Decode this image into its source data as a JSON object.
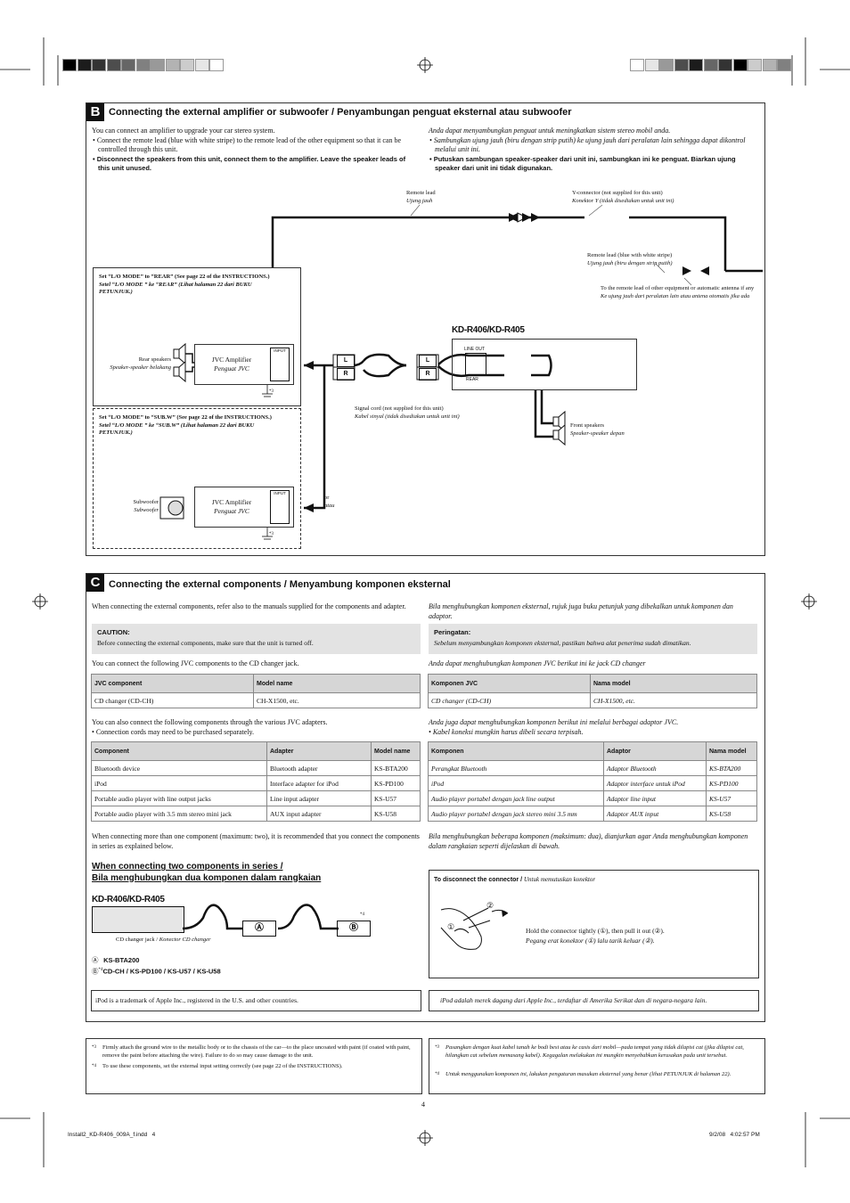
{
  "colorbars": {
    "left": [
      "#000000",
      "#1c1c1c",
      "#333333",
      "#4d4d4d",
      "#666666",
      "#808080",
      "#999999",
      "#b3b3b3",
      "#cccccc",
      "#e6e6e6",
      "#ffffff"
    ],
    "right": [
      "#ffffff",
      "#e6e6e6",
      "#999999",
      "#4d4d4d",
      "#1c1c1c",
      "#666666",
      "#333333",
      "#000000",
      "#cccccc",
      "#b3b3b3",
      "#808080"
    ]
  },
  "sectionB": {
    "badge": "B",
    "title": "Connecting the external amplifier or subwoofer / Penyambungan penguat eksternal atau subwoofer",
    "en_intro": "You can connect an amplifier to upgrade your car stereo system.",
    "en_b1": "Connect the remote lead (blue with white stripe) to the remote lead of the other equipment so that it can be controlled through this unit.",
    "en_b2": "Disconnect the speakers from this unit, connect them to the amplifier. Leave the speaker leads of this unit unused.",
    "id_intro": "Anda dapat menyambungkan penguat untuk meningkatkan sistem stereo mobil anda.",
    "id_b1": "Sambungkan ujung jauh (biru dengan strip putih) ke ujung jauh dari peralatan lain sehingga dapat dikontrol melalui unit ini.",
    "id_b2": "Putuskan sambungan speaker-speaker dari unit ini, sambungkan ini ke penguat. Biarkan ujung speaker dari unit ini tidak digunakan.",
    "diagram": {
      "remote_lead": "Remote lead",
      "remote_lead_id": "Ujung jauh",
      "yconn": "Y-connector (not supplied for this unit)",
      "yconn_id": "Konektor Y (tidak disediakan untuk unit ini)",
      "remote_blue": "Remote lead (blue with white stripe)",
      "remote_blue_id": "Ujung jauh (biru dengan strip putih)",
      "to_remote": "To the remote lead of other equipment or automatic antenna if any",
      "to_remote_id": "Ke ujung jauh dari peralatan lain atau antena otomatis jika ada",
      "model": "KD-R406/KD-R405",
      "line_out": "LINE OUT",
      "rear": "REAR",
      "front_speakers": "Front speakers",
      "front_speakers_id": "Speaker-speaker depan",
      "signal_cord": "Signal cord (not supplied for this unit)",
      "signal_cord_id": "Kabel sinyal (tidak disediakan untuk unit ini)",
      "rear_mode_en": "Set “L/O MODE” to “REAR” (See page 22 of the INSTRUCTIONS.)",
      "rear_mode_id": "Setel “L/O MODE ” ke “REAR” (Lihat halaman 22 dari BUKU PETUNJUK.)",
      "subw_mode_en": "Set “L/O MODE” to “SUB.W” (See page 22 of the INSTRUCTIONS.)",
      "subw_mode_id": "Setel “L/O MODE ” ke “SUB.W” (Lihat halaman 22 dari BUKU PETUNJUK.)",
      "rear_speakers": "Rear speakers",
      "rear_speakers_id": "Speaker-speaker belakang",
      "amp": "JVC Amplifier",
      "amp_id": "Penguat JVC",
      "input": "INPUT",
      "subwoofer": "Subwoofer",
      "subwoofer_id": "Subwoofer",
      "or": "or",
      "or_id": "atau",
      "l": "L",
      "r": "R",
      "fn3": "*3"
    }
  },
  "sectionC": {
    "badge": "C",
    "title": "Connecting the external components / Menyambung komponen eksternal",
    "en_intro": "When connecting the external components, refer also to the manuals supplied for the components and adapter.",
    "caution_title": "CAUTION:",
    "caution_text": "Before connecting the external components, make sure that the unit is turned off.",
    "en_cd": "You can connect the following JVC components to the CD changer jack.",
    "en_table1": {
      "headers": [
        "JVC component",
        "Model name"
      ],
      "rows": [
        [
          "CD changer (CD-CH)",
          "CH-X1500, etc."
        ]
      ]
    },
    "en_also": "You can also connect the following components through the various JVC adapters.",
    "en_cords": "Connection cords may need to be purchased separately.",
    "en_table2": {
      "headers": [
        "Component",
        "Adapter",
        "Model name"
      ],
      "rows": [
        [
          "Bluetooth device",
          "Bluetooth adapter",
          "KS-BTA200"
        ],
        [
          "iPod",
          "Interface adapter for iPod",
          "KS-PD100"
        ],
        [
          "Portable audio player with line output jacks",
          "Line input adapter",
          "KS-U57"
        ],
        [
          "Portable audio player with 3.5 mm stereo mini jack",
          "AUX input adapter",
          "KS-U58"
        ]
      ]
    },
    "en_series": "When connecting more than one component (maximum: two), it is recommended that you connect the components in series as explained below.",
    "series_title_en": "When connecting two components in series /",
    "series_title_id": "Bila menghubungkan dua komponen dalam rangkaian",
    "series_model": "KD-R406/KD-R405",
    "cd_jack": "CD changer jack / ",
    "cd_jack_id": "Konector CD changer",
    "a_mark": "A",
    "b_mark": "B",
    "a_circ": "Ⓐ",
    "b_circ": "Ⓑ",
    "fn4": "*4",
    "legend_a": "KS-BTA200",
    "legend_b": "CD-CH / KS-PD100 / KS-U57 / KS-U58",
    "ipod_en": "iPod is a trademark of Apple Inc., registered in the U.S. and other countries.",
    "id_intro": "Bila menghubungkan komponen eksternal, rujuk juga buku petunjuk yang dibekalkan untuk komponen dan adaptor.",
    "peringatan_title": "Peringatan:",
    "peringatan_text": "Sebelum menyambungkan komponen eksternal, pastikan bahwa alat penerima sudah dimatikan.",
    "id_cd": "Anda dapat menghubungkan komponen JVC berikut ini ke jack CD changer",
    "id_table1": {
      "headers": [
        "Komponen JVC",
        "Nama model"
      ],
      "rows": [
        [
          "CD changer (CD-CH)",
          "CH-X1500, etc."
        ]
      ]
    },
    "id_also": "Anda juga dapat menghubungkan komponen berikut ini melalui berbagai adaptor JVC.",
    "id_cords": "Kabel koneksi mungkin harus dibeli secara terpisah.",
    "id_table2": {
      "headers": [
        "Komponen",
        "Adaptor",
        "Nama model"
      ],
      "rows": [
        [
          "Perangkat Bluetooth",
          "Adaptor Bluetooth",
          "KS-BTA200"
        ],
        [
          "iPod",
          "Adaptor interface untuk iPod",
          "KS-PD100"
        ],
        [
          "Audio player portabel dengan jack line output",
          "Adaptor line input",
          "KS-U57"
        ],
        [
          "Audio player portabel dengan jack stereo mini 3.5 mm",
          "Adaptor AUX input",
          "KS-U58"
        ]
      ]
    },
    "id_series": "Bila menghubungkan beberapa komponen (maksimum: dua), dianjurkan agar Anda menghubungkan komponen dalam rangkaian seperti dijelaskan di bawah.",
    "disconnect_title_en": "To disconnect the connector / ",
    "disconnect_title_id": "Untuk memutuskan konektor",
    "hold_en": "Hold the connector tightly (①), then pull it out (②).",
    "hold_id": "Pegang erat konektor (①) lalu tarik keluar (②).",
    "step1": "①",
    "step2": "②",
    "ipod_id": "iPod adalah merek dagang dari Apple Inc., terdaftar di Amerika Serikat dan di negara-negara lain."
  },
  "footnotes": {
    "en3_mark": "*3",
    "en3": "Firmly attach the ground wire to the metallic body or to the chassis of the car—to the place uncoated with paint (if coated with paint, remove the paint before attaching the wire). Failure to do so may cause damage to the unit.",
    "en4_mark": "*4",
    "en4": "To use these components, set the external input setting correctly (see page 22 of the INSTRUCTIONS).",
    "id3_mark": "*3",
    "id3": "Pasangkan dengan kuat kabel tanah ke bodi besi atau ke casis dari mobil—pada tempat yang tidak dilapisi cat (jika dilapisi cat, hilangkan cat sebelum memasang kabel). Kegagalan melakukan ini mungkin menyebabkan kerusakan pada unit tersebut.",
    "id4_mark": "*4",
    "id4": "Untuk menggunakan komponen ini, lakukan pengaturan masukan eksternal yang benar (lihat PETUNJUK di halaman 22)."
  },
  "page_number": "4",
  "slug_file": "Install2_KD-R406_009A_f.indd   4",
  "slug_date": "9/2/08   4:02:57 PM"
}
